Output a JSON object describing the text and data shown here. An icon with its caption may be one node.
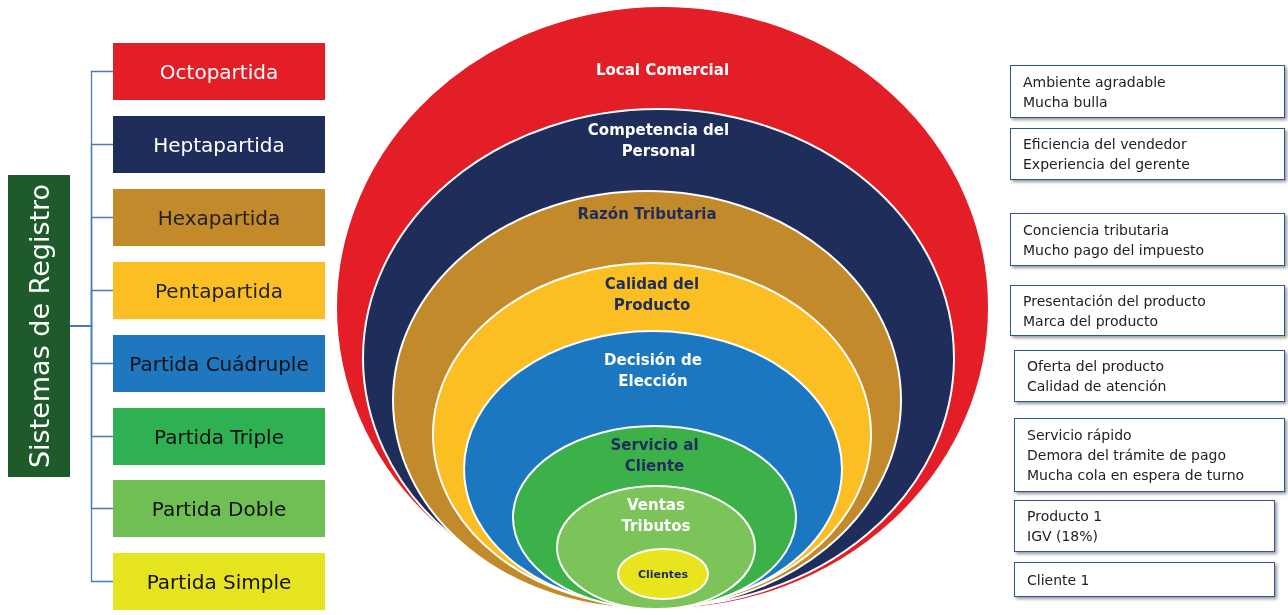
{
  "diagram": {
    "nodes": [
      {
        "text": [
          "Sistemas de Registro"
        ]
      },
      {
        "text": [
          "Octopartida"
        ]
      },
      {
        "text": [
          "Heptapartida"
        ]
      },
      {
        "text": [
          "Hexapartida"
        ]
      },
      {
        "text": [
          "Pentapartida"
        ]
      },
      {
        "text": [
          "Partida Cuádruple"
        ]
      },
      {
        "text": [
          "Partida Triple"
        ]
      },
      {
        "text": [
          "Partida Doble"
        ]
      },
      {
        "text": [
          "Partida Simple"
        ]
      },
      {
        "text": [
          "Local Comercial"
        ]
      },
      {
        "text": [
          "Competencia del Personal"
        ],
        "in": 9
      },
      {
        "text": [
          "Razón Tributaria"
        ],
        "in": 10
      },
      {
        "text": [
          "Calidad del Producto"
        ],
        "in": 11
      },
      {
        "text": [
          "Decisión de Elección"
        ],
        "in": 12
      },
      {
        "text": [
          "Servicio al Cliente"
        ],
        "in": 13
      },
      {
        "text": [
          "Ventas Tributos"
        ],
        "in": 14
      },
      {
        "text": [
          "Clientes"
        ],
        "in": 15
      },
      {
        "text": [
          "Ambiente agradable",
          "Mucha bulla"
        ]
      },
      {
        "text": [
          "Eficiencia del vendedor",
          "Experiencia del gerente"
        ]
      },
      {
        "text": [
          "Conciencia tributaria",
          "Mucho pago del impuesto"
        ]
      },
      {
        "text": [
          "Presentación del producto",
          "Marca del producto"
        ]
      },
      {
        "text": [
          "Oferta del producto",
          "Calidad de atención"
        ]
      },
      {
        "text": [
          "Servicio rápido",
          "Demora del trámite de pago",
          "Mucha cola en espera de turno"
        ]
      },
      {
        "text": [
          "Producto 1",
          "IGV (18%)"
        ]
      },
      {
        "text": [
          "Cliente 1"
        ]
      }
    ],
    "edges": [
      {
        "from": 0,
        "to": 1,
        "arrow": "none"
      },
      {
        "from": 0,
        "to": 2,
        "arrow": "none"
      },
      {
        "from": 0,
        "to": 3,
        "arrow": "none"
      },
      {
        "from": 0,
        "to": 4,
        "arrow": "none"
      },
      {
        "from": 0,
        "to": 5,
        "arrow": "none"
      },
      {
        "from": 0,
        "to": 6,
        "arrow": "none"
      },
      {
        "from": 0,
        "to": 7,
        "arrow": "none"
      },
      {
        "from": 0,
        "to": 8,
        "arrow": "none"
      }
    ]
  }
}
